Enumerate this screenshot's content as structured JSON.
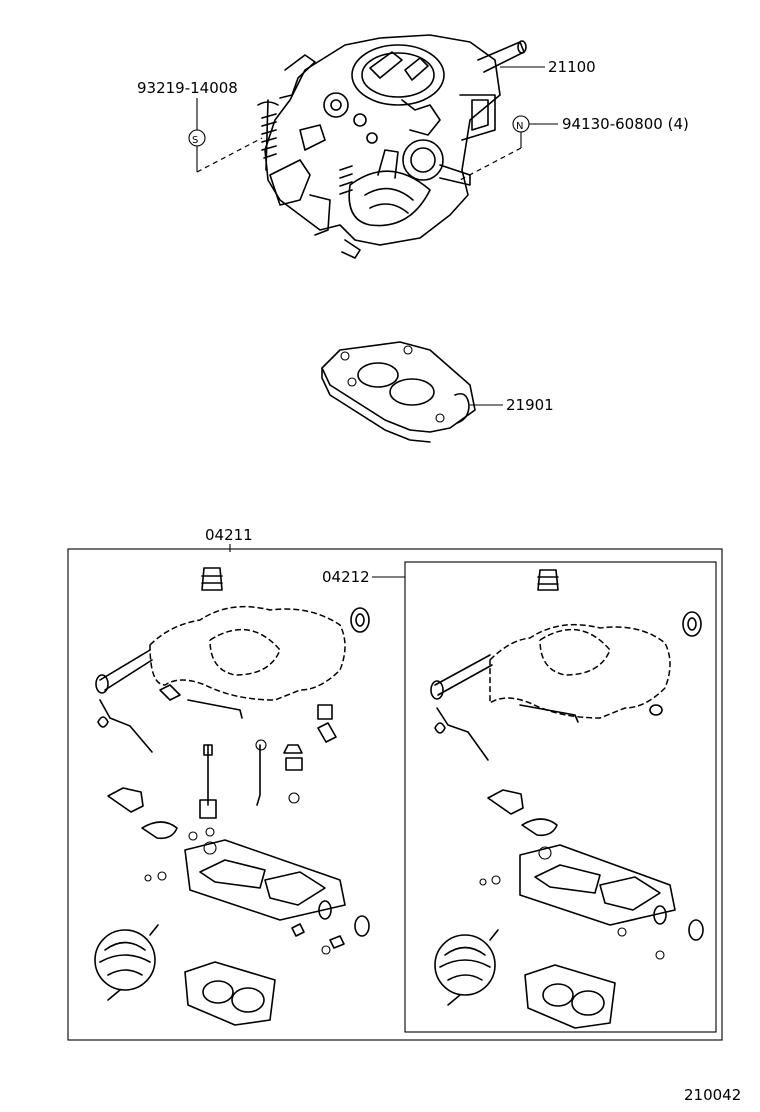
{
  "diagram_number": "210042",
  "callouts": {
    "carburetor": "21100",
    "screw": "93219-14008",
    "screw_symbol": "S",
    "nut": "94130-60800 (4)",
    "nut_symbol": "N",
    "insulator": "21901",
    "kit_outer": "04211",
    "kit_inner": "04212"
  }
}
